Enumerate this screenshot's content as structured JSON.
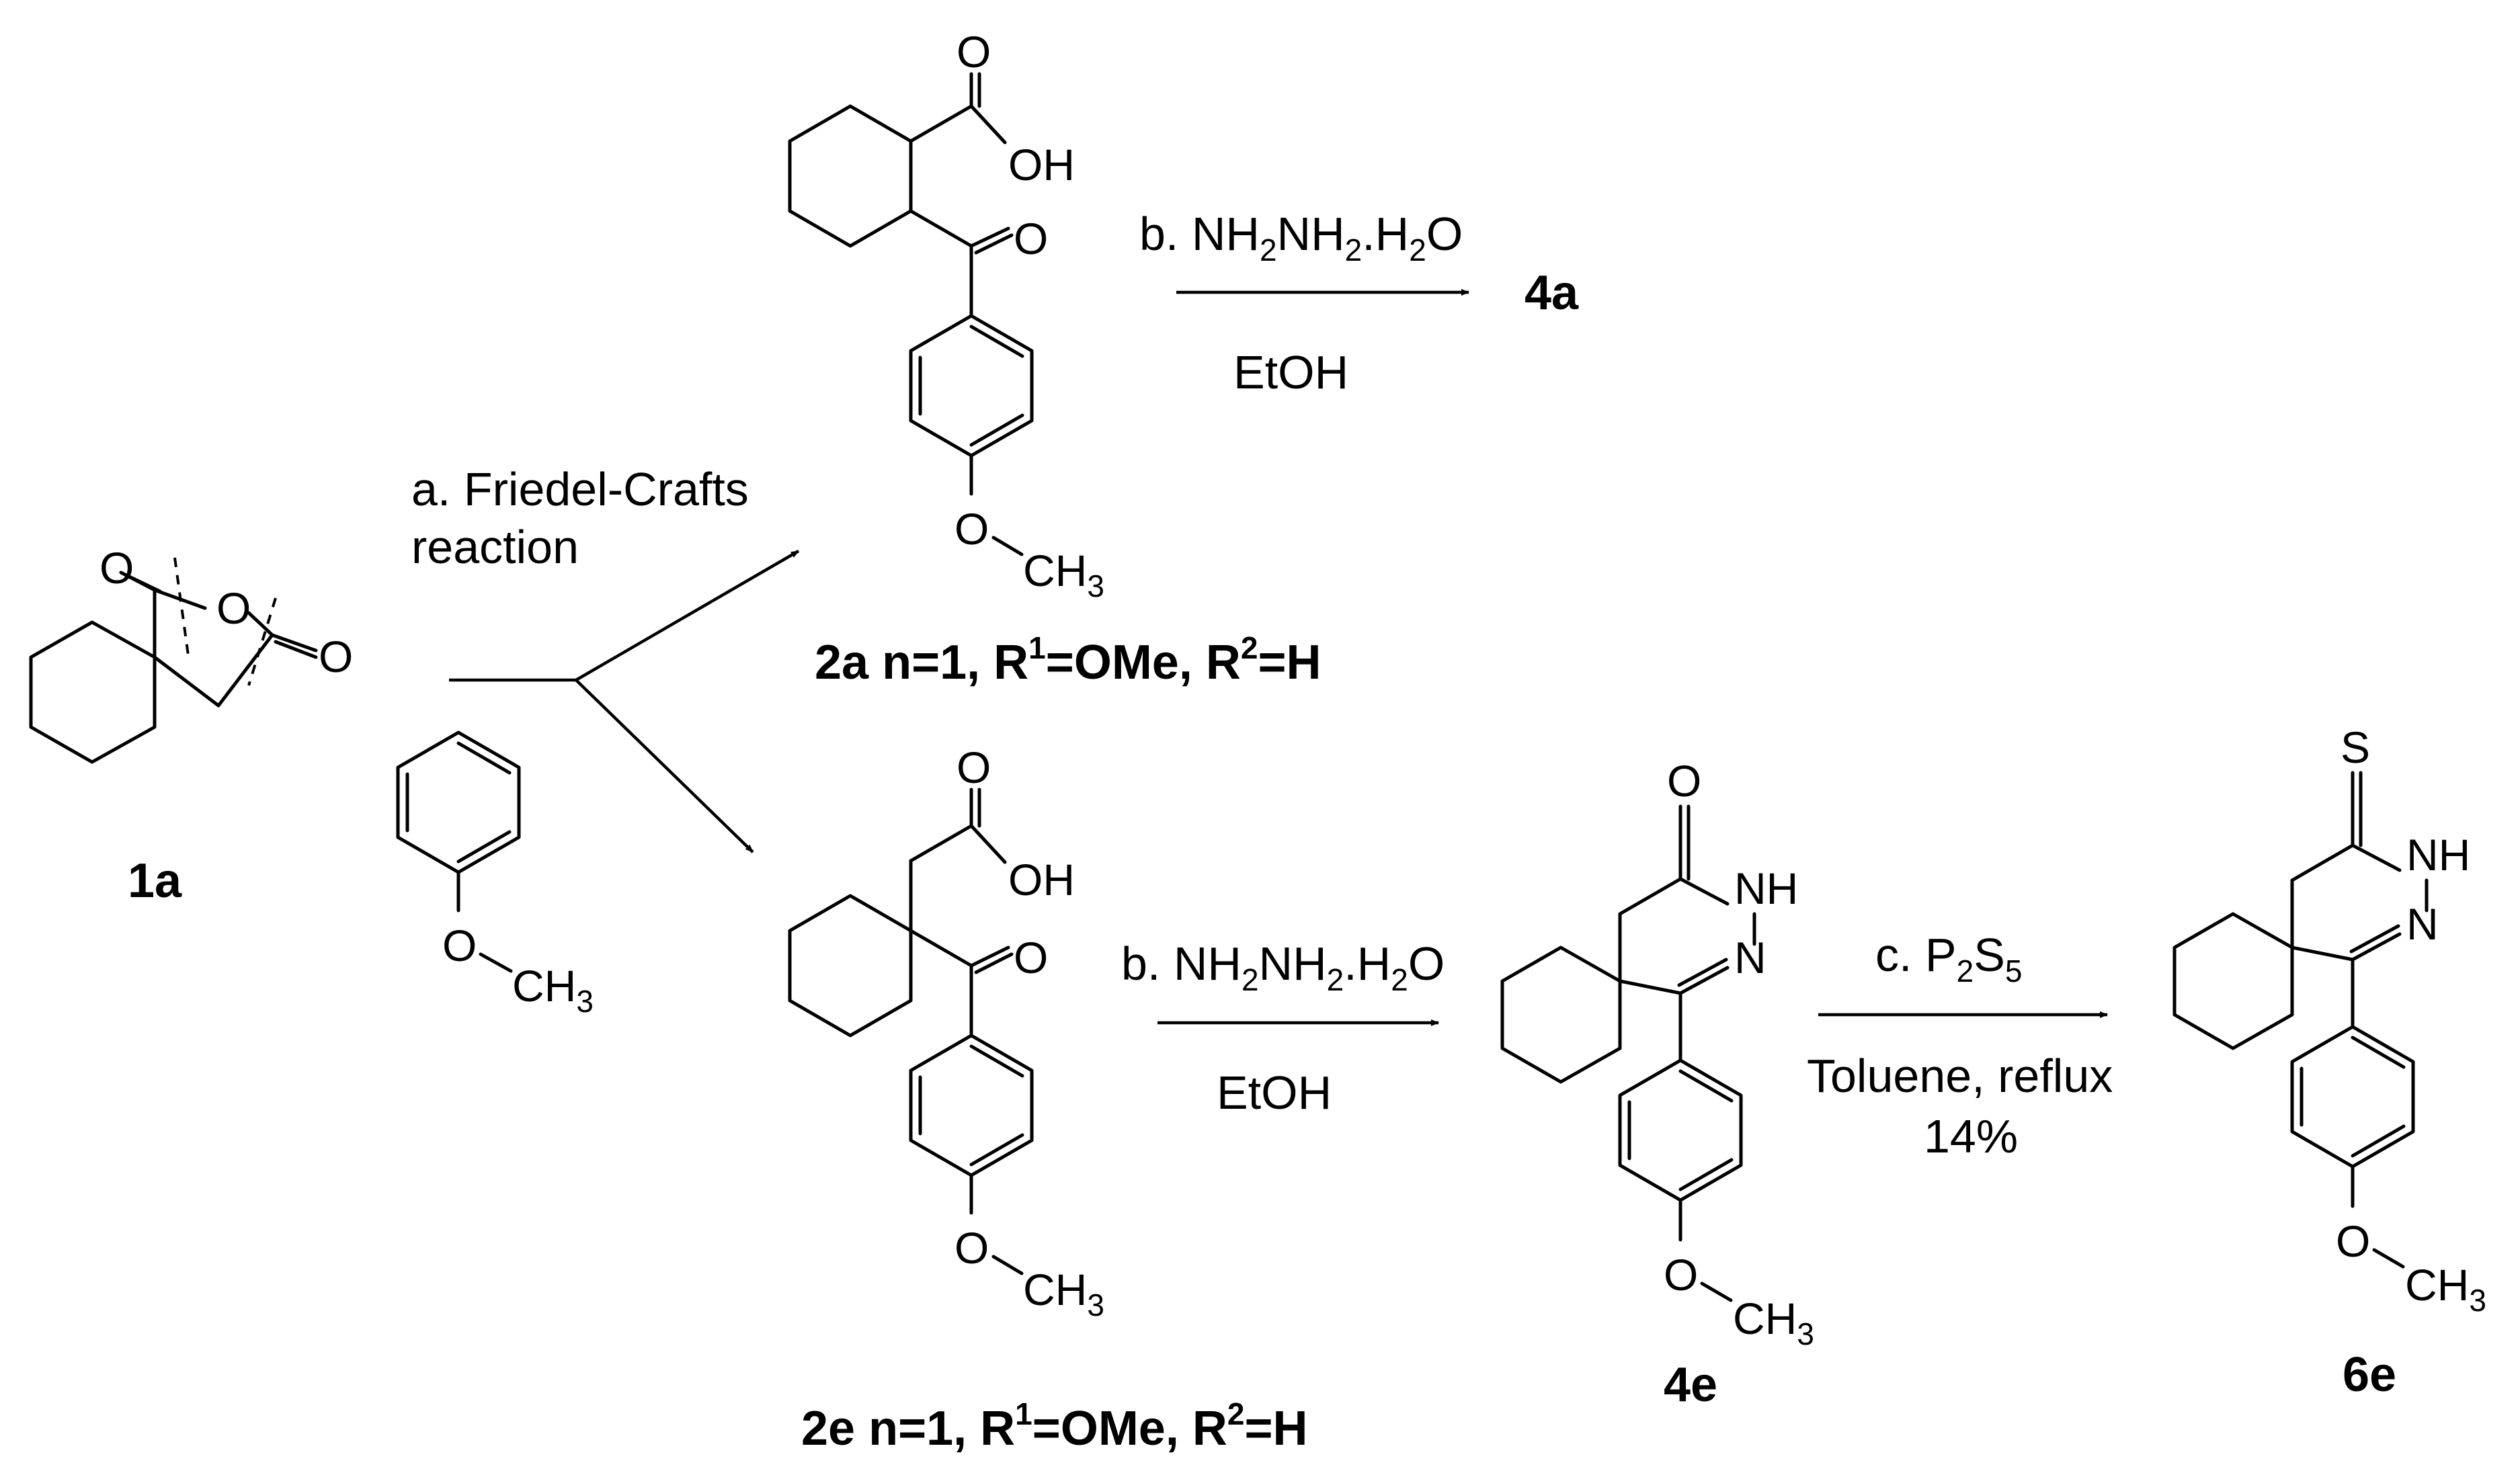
{
  "compounds": {
    "c1a": {
      "label": "1a"
    },
    "c2a": {
      "label": "2a n=1, R",
      "sup1": "1",
      "mid": "=OMe, R",
      "sup2": "2",
      "end": "=H"
    },
    "c2e": {
      "label": "2e n=1, R",
      "sup1": "1",
      "mid": "=OMe, R",
      "sup2": "2",
      "end": "=H"
    },
    "c4a": {
      "label": "4a"
    },
    "c4e": {
      "label": "4e"
    },
    "c6e": {
      "label": "6e"
    }
  },
  "atoms": {
    "O": "O",
    "OH": "OH",
    "S": "S",
    "NH": "NH",
    "N": "N",
    "CH": "CH",
    "three": "3"
  },
  "reagents": {
    "a_line1": "a. Friedel-Crafts",
    "a_line2": "reaction",
    "b_prefix": "b. NH",
    "b_s1": "2",
    "b_nh": "NH",
    "b_s2": "2",
    "b_h": ".H",
    "b_s3": "2",
    "b_o": "O",
    "b_solvent": "EtOH",
    "c_prefix": "c. P",
    "c_s1": "2",
    "c_s": "S",
    "c_s2": "5",
    "c_cond": "Toluene, reflux",
    "c_yield": "14%"
  }
}
